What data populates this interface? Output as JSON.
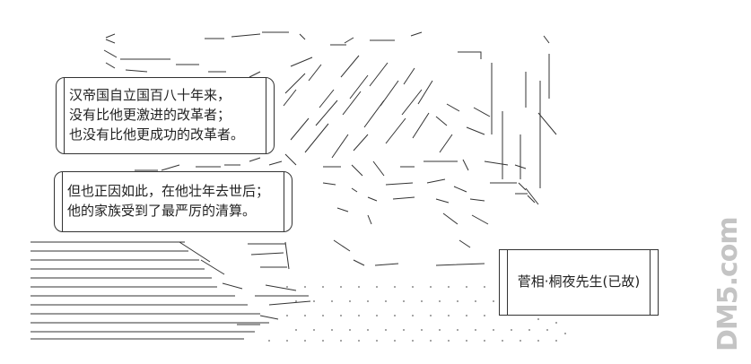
{
  "speech_box_1": {
    "lines": [
      "汉帝国自立国百八十年来，",
      "没有比他更激进的改革者；",
      "也没有比他更成功的改革者。"
    ]
  },
  "speech_box_2": {
    "lines": [
      "但也正因如此，在他壮年去世后；",
      "他的家族受到了最严厉的清算。"
    ]
  },
  "caption": {
    "text": "菅相·桐夜先生(已故)"
  },
  "watermark": {
    "text": "DM5.com"
  }
}
